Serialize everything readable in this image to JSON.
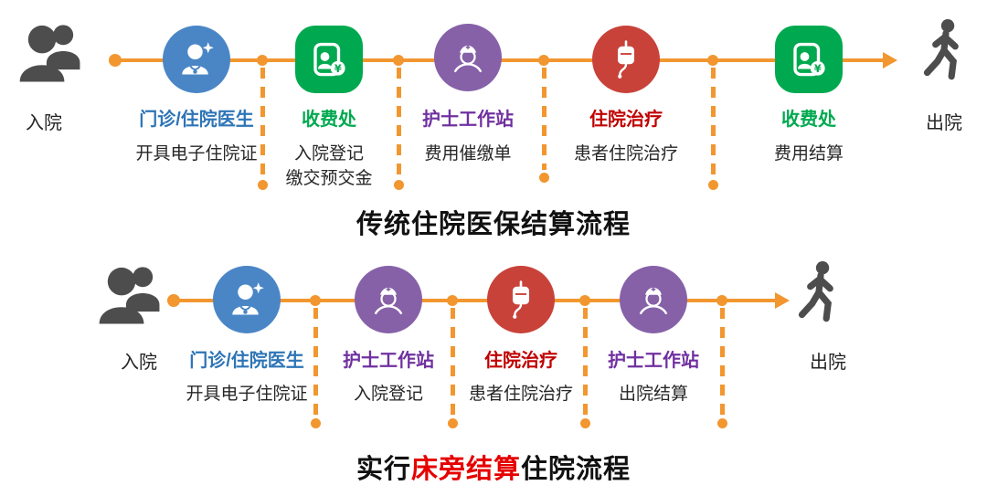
{
  "palette": {
    "flow_line_orange": "#F2962F",
    "doctor_blue": "#4A86C6",
    "cashier_green": "#00A94F",
    "nurse_purple": "#8661A8",
    "treatment_red": "#C8423A",
    "person_gray": "#4D4D4D",
    "label_blue": "#2E75B6",
    "label_green": "#00A94F",
    "label_purple": "#7030A0",
    "label_red": "#C00000",
    "title_highlight_red": "#E60000"
  },
  "flow_traditional": {
    "title": "传统住院医保结算流程",
    "start_label": "入院",
    "end_label": "出院",
    "steps": [
      {
        "label": "门诊/住院医生",
        "sub": "开具电子住院证"
      },
      {
        "label": "收费处",
        "sub": "入院登记",
        "sub2": "缴交预交金"
      },
      {
        "label": "护士工作站",
        "sub": "费用催缴单"
      },
      {
        "label": "住院治疗",
        "sub": "患者住院治疗"
      },
      {
        "label": "收费处",
        "sub": "费用结算"
      }
    ]
  },
  "flow_bedside": {
    "title_prefix": "实行",
    "title_highlight": "床旁结算",
    "title_suffix": "住院流程",
    "start_label": "入院",
    "end_label": "出院",
    "steps": [
      {
        "label": "门诊/住院医生",
        "sub": "开具电子住院证"
      },
      {
        "label": "护士工作站",
        "sub": "入院登记"
      },
      {
        "label": "住院治疗",
        "sub": "患者住院治疗"
      },
      {
        "label": "护士工作站",
        "sub": "出院结算"
      }
    ]
  }
}
